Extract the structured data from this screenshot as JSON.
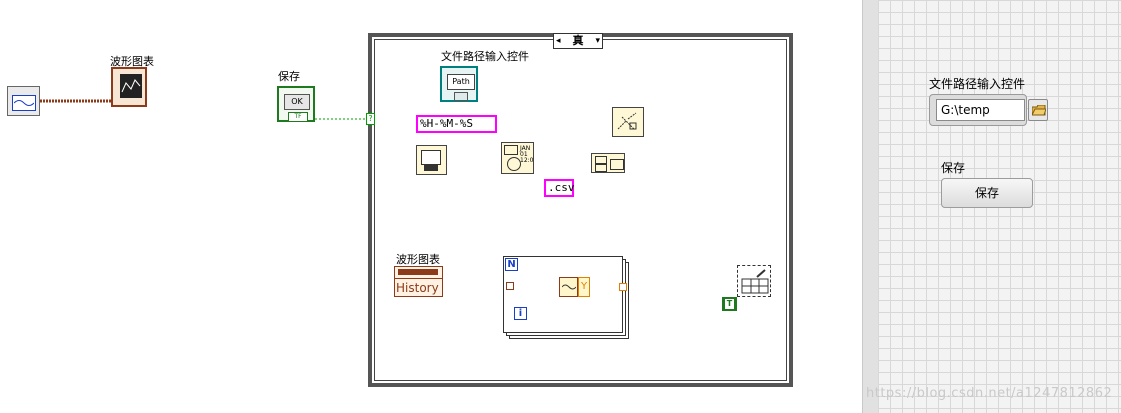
{
  "block_diagram": {
    "outer_waveform_label": "波形图表",
    "save_terminal_label": "保存",
    "save_terminal_button_text": "OK",
    "save_terminal_tf": "TF",
    "case_selector_value": "真",
    "path_terminal_label": "文件路径输入控件",
    "path_icon_text": "Path",
    "time_format_constant": "%H-%M-%S",
    "extension_constant": ".csv",
    "property_node_label": "波形图表",
    "property_node_property": "History",
    "loop_count_terminal": "N",
    "loop_iteration_terminal": "i",
    "unbundle_y": "Y",
    "true_constant": "T"
  },
  "front_panel": {
    "path_control_label": "文件路径输入控件",
    "path_value": "G:\\temp",
    "save_label": "保存",
    "save_button_text": "保存"
  },
  "watermark": "https://blog.csdn.net/a1247812862",
  "colors": {
    "string_wire": "#ff00ff",
    "path_wire": "#007f7f",
    "bool_wire": "#00a000",
    "waveform_wire": "#8b3a1a",
    "array_wire": "#e08000",
    "loop_border": "#1a3fc7"
  }
}
